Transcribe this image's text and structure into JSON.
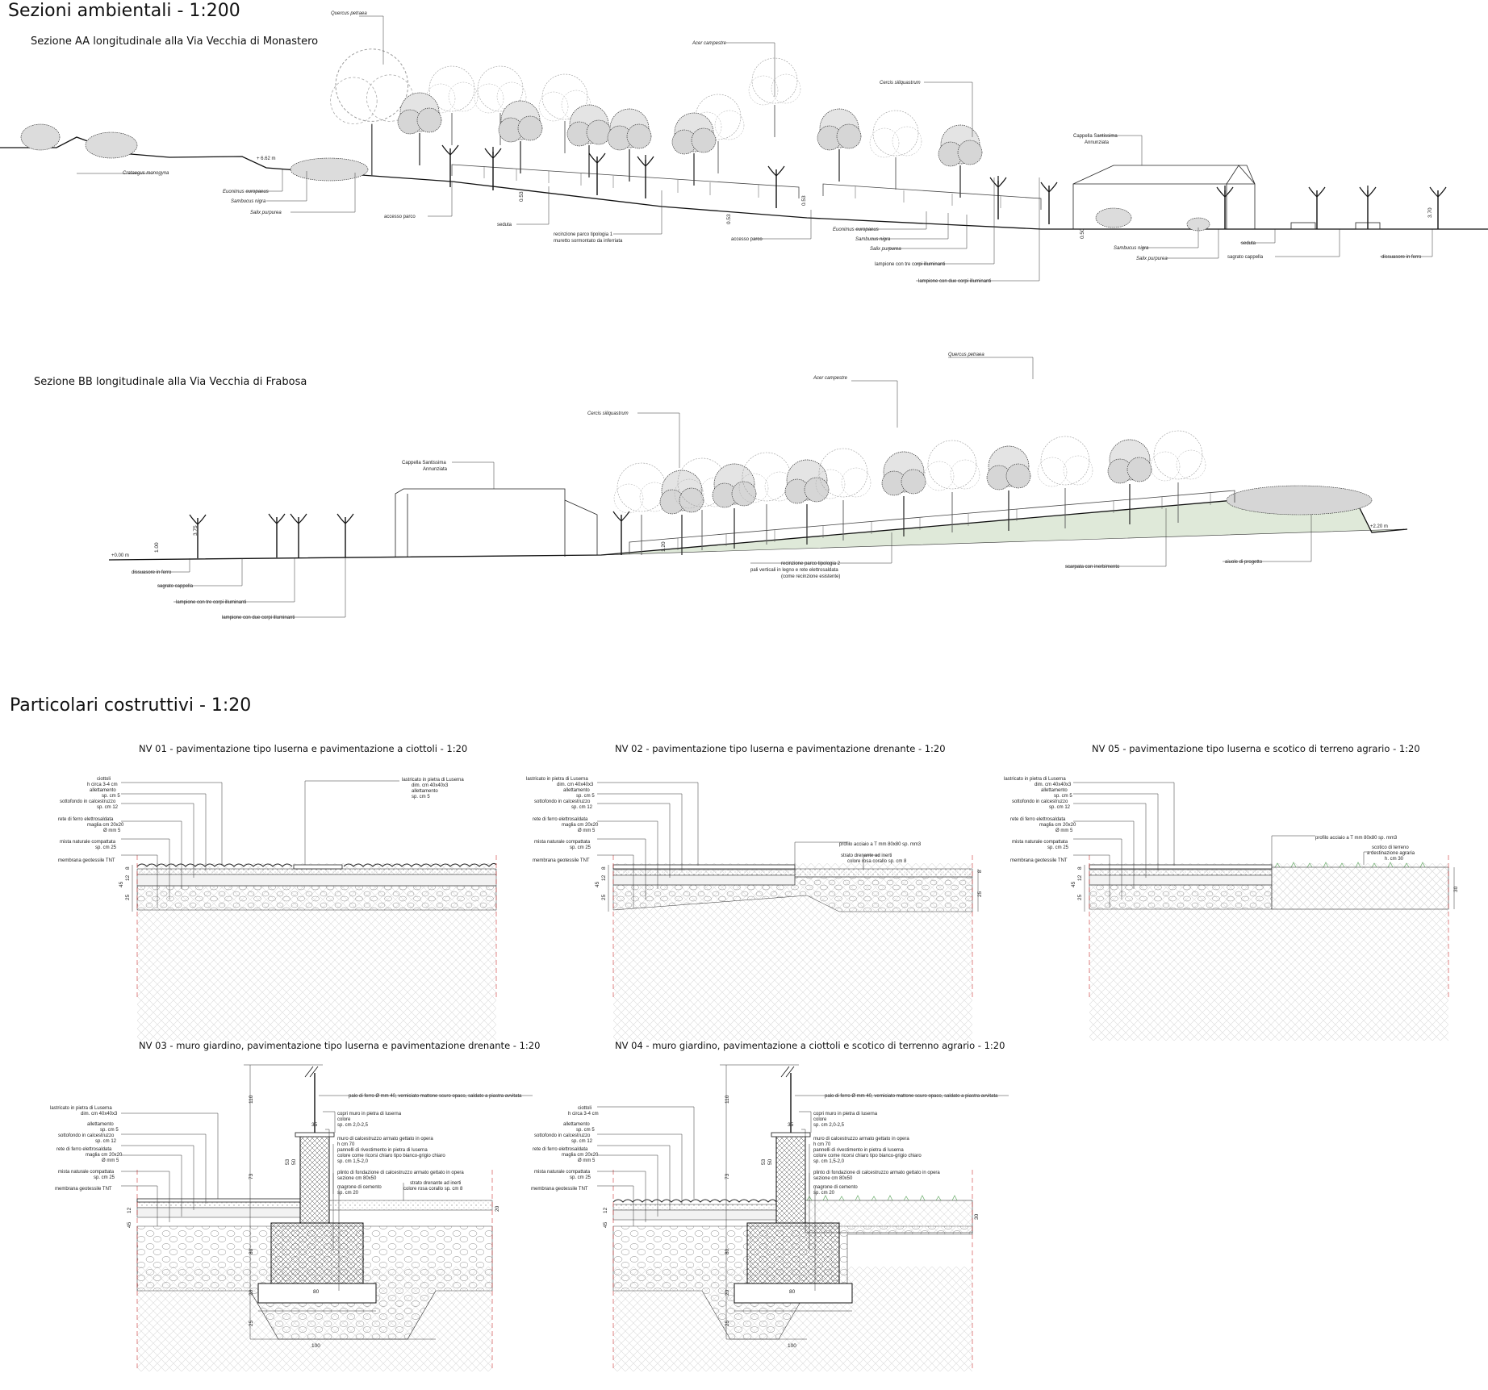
{
  "headings": {
    "sections": "Sezioni ambientali - 1:200",
    "details": "Particolari costruttivi - 1:20"
  },
  "section_aa": {
    "title": "Sezione AA longitudinale alla Via Vecchia di Monastero",
    "elevation": "+ 6.62 m",
    "labels": {
      "quercus": "Quercus petraea",
      "acer": "Acer campestre",
      "cercis": "Cercis siliquastrum",
      "crataegus": "Crataegus monogyna",
      "euonimus": "Euonimus europaeus",
      "sambucus": "Sambucus nigra",
      "salix": "Salix purpurea",
      "accesso1": "accesso parco",
      "seduta": "seduta",
      "recinzione1": "recinzione parco tipologia 1",
      "recinzione1b": "muretto sormontato da inferriata",
      "accesso2": "accesso parco",
      "euonimus2": "Euonimus europaeus",
      "sambucus2": "Sambucus nigra",
      "salix2": "Salix purpurea",
      "lampione3": "lampione con tre corpi illuminanti",
      "lampione2": "lampione con due corpi illuminanti",
      "cappella": "Cappella Santissima",
      "cappella2": "Annunziata",
      "sambucus3": "Sambucus nigra",
      "salix3": "Salix purpurea",
      "seduta2": "seduta",
      "sagrato": "sagrato cappella",
      "dissuasore": "dissuasore in ferro"
    },
    "dims": [
      "0.53",
      "0.53",
      "0.53",
      "0.50",
      "3.70"
    ]
  },
  "section_bb": {
    "title": "Sezione BB longitudinale alla Via Vecchia di Frabosa",
    "elev_start": "+0.00 m",
    "elev_end": "+2.20 m",
    "labels": {
      "quercus": "Quercus petraea",
      "acer": "Acer campestre",
      "cercis": "Cercis siliquastrum",
      "cappella": "Cappella Santissima",
      "cappella2": "Annunziata",
      "dissuasore": "dissuasore in ferro",
      "sagrato": "sagrato cappella",
      "lampione3": "lampione con tre corpi illuminanti",
      "lampione2": "lampione con due corpi illuminanti",
      "recinzione": "recinzione parco tipologia 2",
      "recinzione_b": "pali verticali in legno e rete elettrosaldata",
      "recinzione_c": "(come recinzione esistente)",
      "scarpata": "scarpata con inerbimento",
      "aiuole": "aiuole di progetto"
    },
    "dims": [
      "1.00",
      "3.75",
      "1.20"
    ]
  },
  "details": {
    "nv01": {
      "title": "NV 01 - pavimentazione tipo luserna e pavimentazione a ciottoli - 1:20",
      "left_labels": [
        "ciottoli",
        "h circa 3-4 cm",
        "allettamento",
        "sp. cm 5",
        "sottofondo in calcestruzzo",
        "sp. cm 12",
        "rete di ferro elettrosaldata",
        "maglia cm 20x20",
        "Ø mm 5",
        "mista naturale compattata",
        "sp. cm 25",
        "membrana geotessile TNT"
      ],
      "right_labels": [
        "lastricato in pietra di Luserna",
        "dim. cm 40x40x3",
        "allettamento",
        "sp. cm 5"
      ],
      "dims": [
        "8",
        "12",
        "25",
        "45"
      ]
    },
    "nv02": {
      "title": "NV 02 - pavimentazione tipo luserna e pavimentazione drenante - 1:20",
      "left_labels": [
        "lastricato in pietra di Luserna",
        "dim. cm 40x40x3",
        "allettamento",
        "sp. cm 5",
        "sottofondo in calcestruzzo",
        "sp. cm 12",
        "rete di ferro elettrosaldata",
        "maglia cm 20x20",
        "Ø mm 5",
        "mista naturale compattata",
        "sp. cm 25",
        "membrana geotessile TNT"
      ],
      "right_labels": [
        "profilo acciaio a T mm 80x80 sp. mm3",
        "strato drenante ad inerti",
        "colore rosa corallo sp. cm 8"
      ],
      "dims": [
        "8",
        "12",
        "25",
        "45",
        "8",
        "25"
      ]
    },
    "nv05": {
      "title": "NV 05 - pavimentazione tipo luserna e scotico di terreno agrario - 1:20",
      "left_labels": [
        "lastricato in pietra di Luserna",
        "dim. cm 40x40x3",
        "allettamento",
        "sp. cm 5",
        "sottofondo in calcestruzzo",
        "sp. cm 12",
        "rete di ferro elettrosaldata",
        "maglia cm 20x20",
        "Ø mm 5",
        "mista naturale compattata",
        "sp. cm 25",
        "membrana geotessile TNT"
      ],
      "right_labels": [
        "profilo acciaio a T mm 80x80 sp. mm3",
        "scotico di terreno",
        "a destinazione agraria",
        "h. cm 30"
      ],
      "dims": [
        "8",
        "12",
        "25",
        "45",
        "30"
      ]
    },
    "nv03": {
      "title": "NV 03 - muro giardino, pavimentazione tipo luserna e pavimentazione drenante - 1:20",
      "left_labels": [
        "lastricato in pietra di Luserna",
        "dim. cm 40x40x3",
        "allettamento",
        "sp. cm 5",
        "sottofondo in calcestruzzo",
        "sp. cm 12",
        "rete di ferro elettrosaldata",
        "maglia cm 20x20",
        "Ø mm 5",
        "mista naturale compattata",
        "sp. cm 25",
        "membrana geotessile TNT"
      ],
      "right_labels": [
        "palo di ferro Ø mm 40, verniciato mattone scuro opaco, saldato a piastra avvitata",
        "copri muro in pietra di luserna",
        "colore",
        "sp. cm 2,0-2,5",
        "muro di calcestruzzo armato gettato in opera",
        "h cm 70",
        "pannelli di rivestimento in pietra di luserna",
        "colore come ricorsi chiaro tipo bianco-grigio chiaro",
        "sp. cm 1,5-2,0",
        "plinto di fondazione di calcestruzzo armato gettato in opera",
        "sezione cm 80x50",
        "magrone di cemento",
        "sp. cm 20",
        "strato drenante ad inerti",
        "colore rosa corallo sp. cm 8"
      ],
      "dims": [
        "110",
        "35",
        "73",
        "53",
        "50",
        "80",
        "20",
        "25",
        "100",
        "80",
        "45",
        "12",
        "20"
      ]
    },
    "nv04": {
      "title": "NV 04 - muro giardino, pavimentazione a ciottoli e scotico di terrenno agrario - 1:20",
      "left_labels": [
        "ciottoli",
        "h circa 3-4 cm",
        "allettamento",
        "sp. cm 5",
        "sottofondo in calcestruzzo",
        "sp. cm 12",
        "rete di ferro elettrosaldata",
        "maglia cm 20x20",
        "Ø mm 5",
        "mista naturale compattata",
        "sp. cm 25",
        "membrana geotessile TNT"
      ],
      "right_labels": [
        "palo di ferro Ø mm 40, verniciato mattone scuro opaco, saldato a piastra avvitata",
        "copri muro in pietra di luserna",
        "colore",
        "sp. cm 2,0-2,5",
        "muro di calcestruzzo armato gettato in opera",
        "h cm 70",
        "pannelli di rivestimento in pietra di luserna",
        "colore come ricorsi chiaro tipo bianco-grigio chiaro",
        "sp. cm 1,5-2,0",
        "plinto di fondazione di calcestruzzo armato gettato in opera",
        "sezione cm 80x50",
        "magrone di cemento",
        "sp. cm 20"
      ],
      "dims": [
        "110",
        "35",
        "73",
        "53",
        "50",
        "80",
        "20",
        "25",
        "100",
        "80",
        "45",
        "12",
        "30"
      ]
    }
  }
}
